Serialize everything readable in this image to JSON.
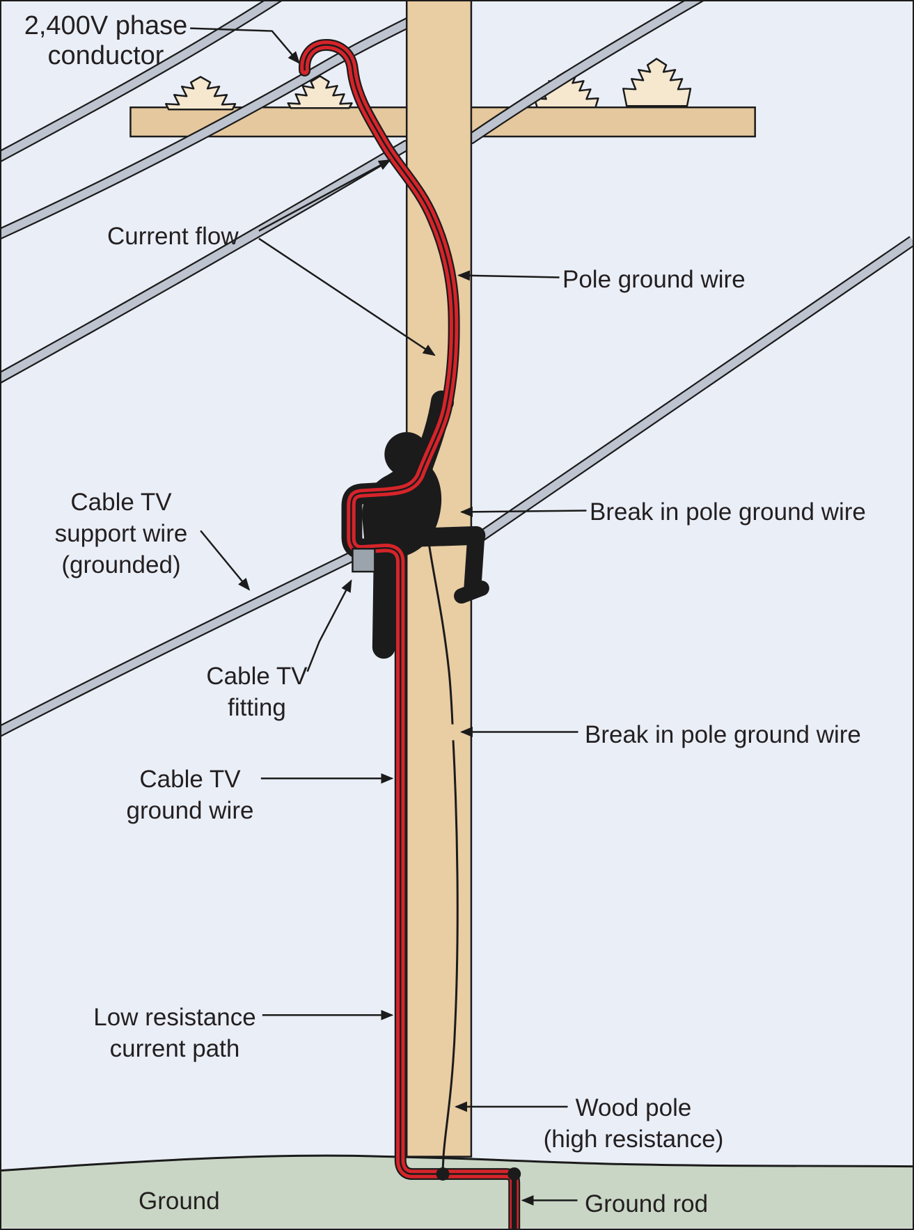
{
  "diagram": {
    "labels": {
      "phase_conductor": "2,400V phase\nconductor",
      "current_flow": "Current flow",
      "pole_ground_wire": "Pole ground wire",
      "break_top": "Break in pole ground wire",
      "cable_tv_support": "Cable TV\nsupport wire\n(grounded)",
      "cable_tv_fitting": "Cable TV\nfitting",
      "break_bottom": "Break in pole ground wire",
      "cable_tv_ground": "Cable TV\nground wire",
      "low_resistance": "Low resistance\ncurrent path",
      "wood_pole": "Wood pole\n(high resistance)",
      "ground": "Ground",
      "ground_rod": "Ground rod"
    },
    "colors": {
      "background": "#eaeef7",
      "line": "#1b1b1b",
      "wire": "#bdc4cf",
      "pole": "#e9cda3",
      "crossarm": "#e5c89e",
      "insulator": "#f5e8cf",
      "red": "#d6242a",
      "ground": "#c9d6c5",
      "fitting": "#9ba3ad",
      "text": "#231f20"
    }
  }
}
